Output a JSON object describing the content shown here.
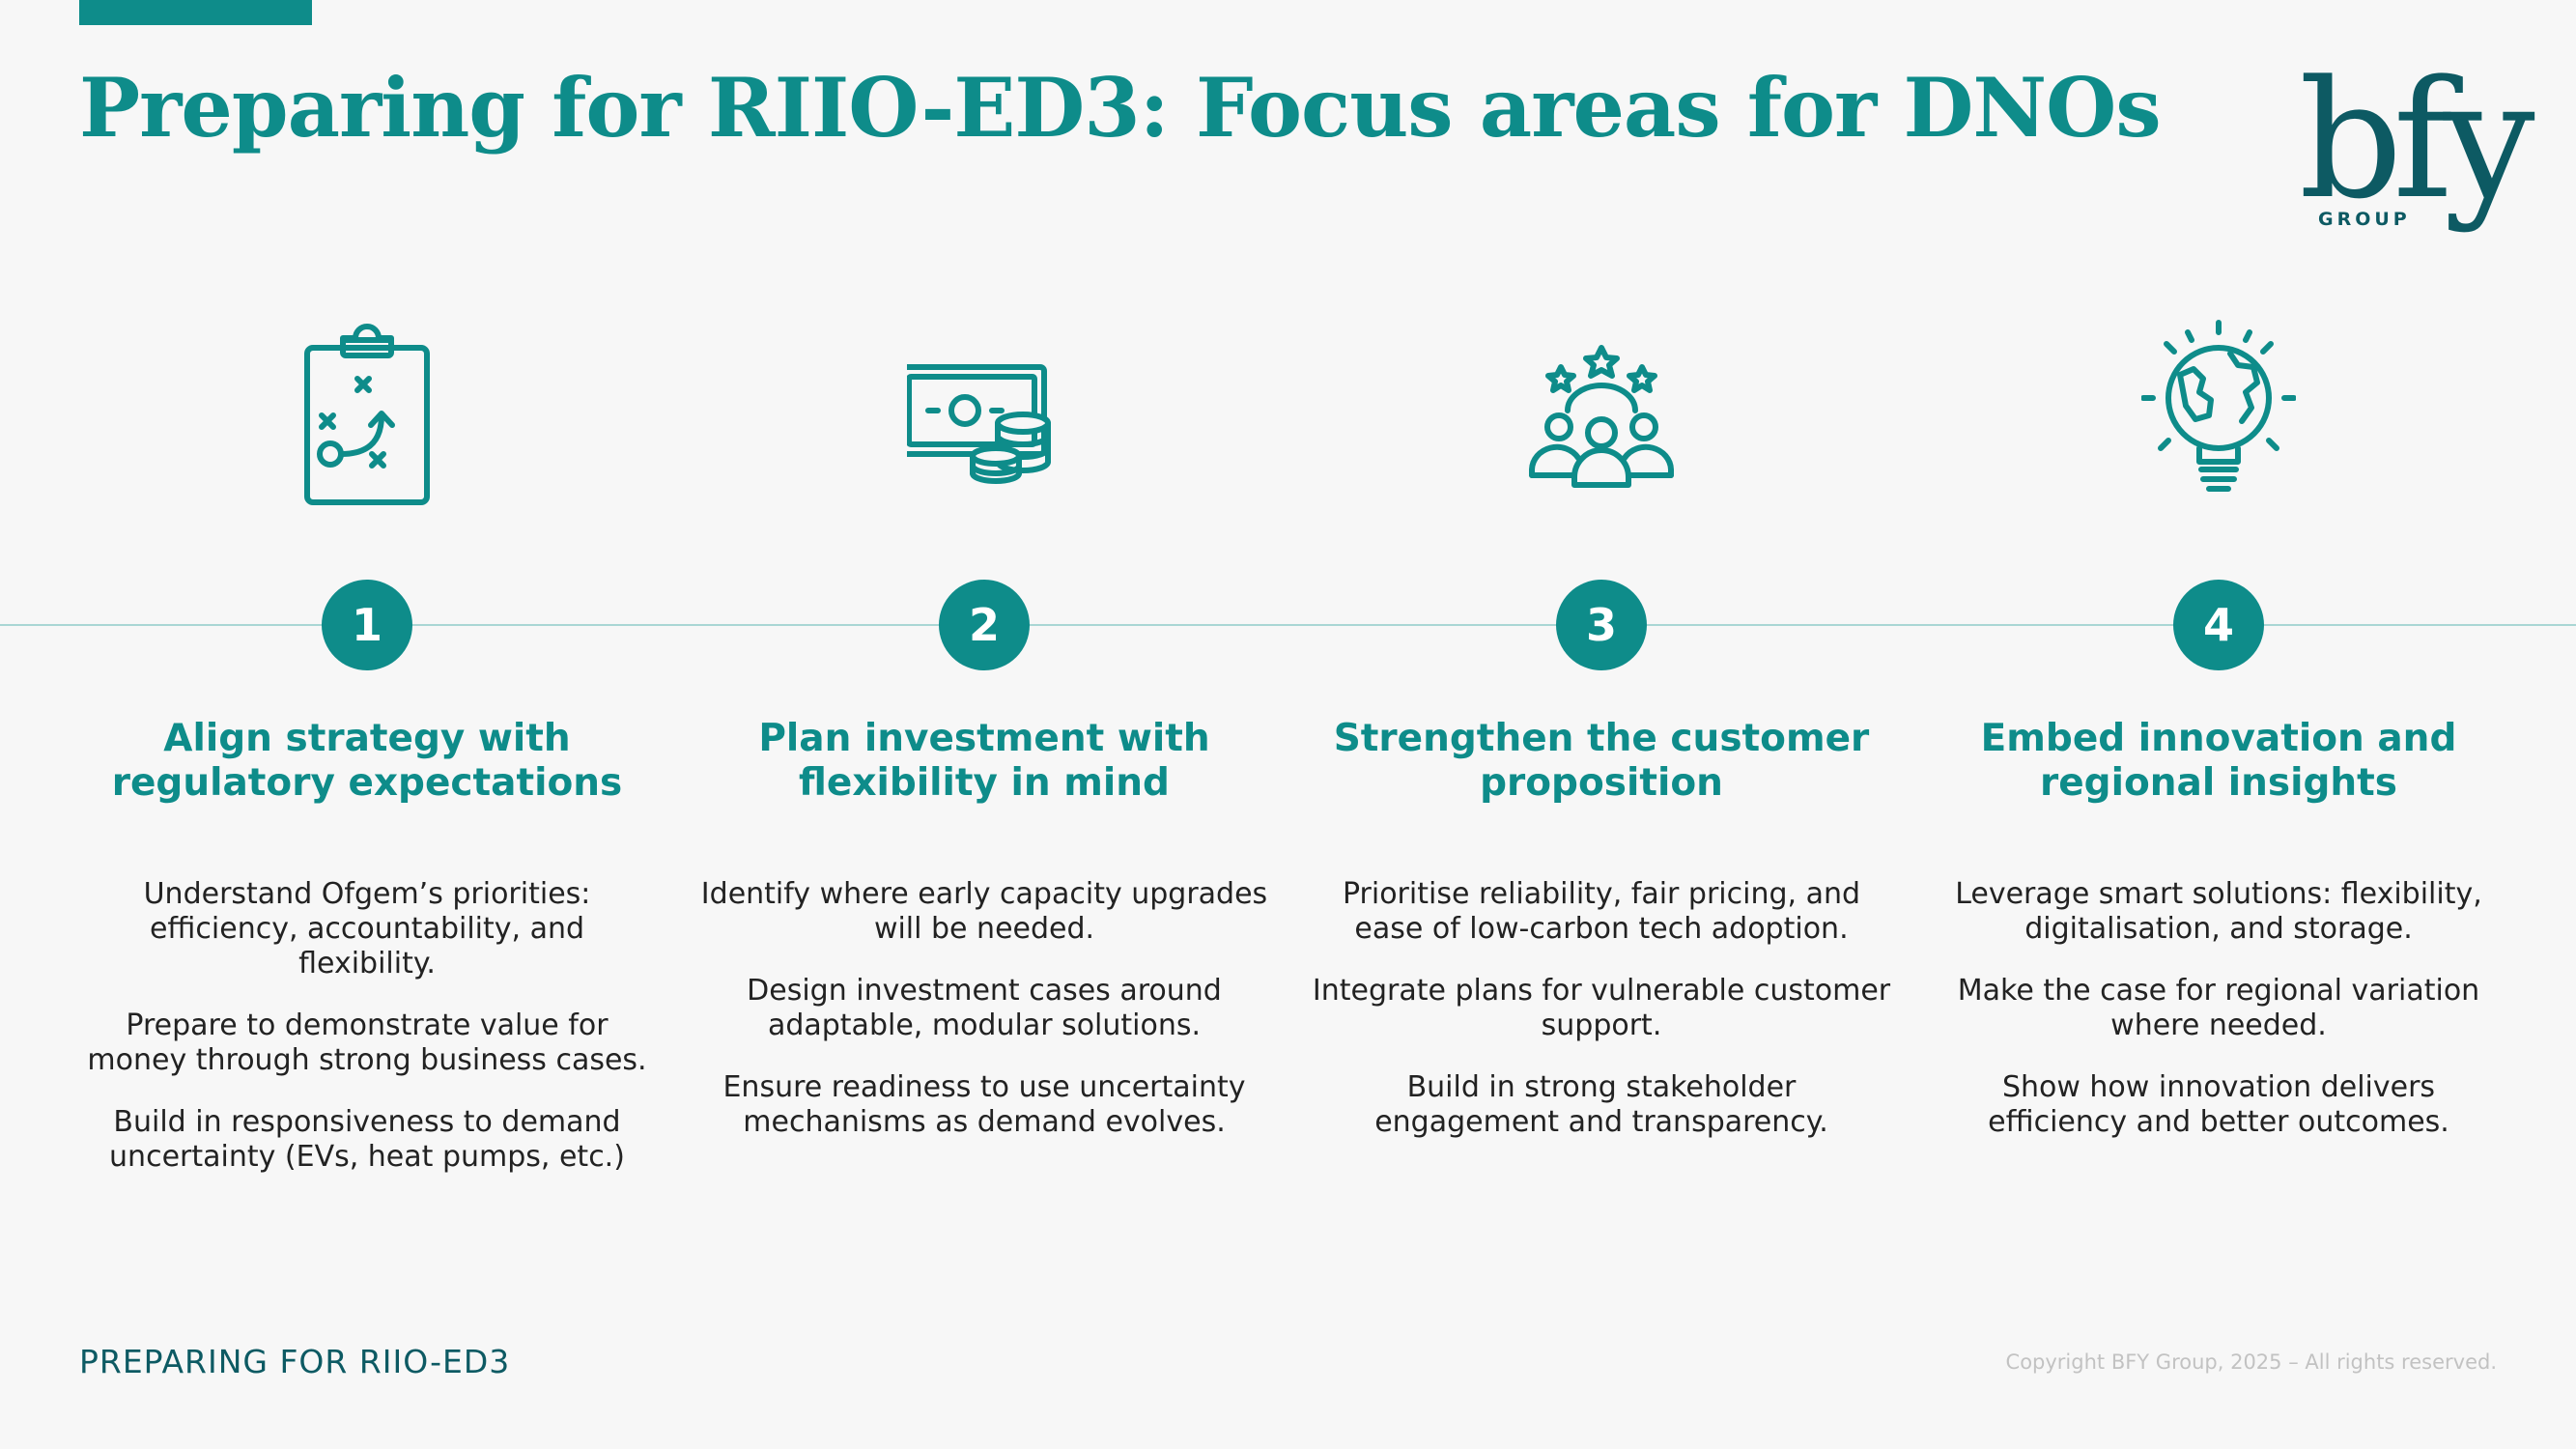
{
  "title": "Preparing for RIIO-ED3: Focus areas for DNOs",
  "logo": {
    "mark": "bfy",
    "sub": "GROUP"
  },
  "colors": {
    "accent": "#0e8c8a",
    "dark": "#0d5a63",
    "line": "#a9d6d4"
  },
  "steps": [
    {
      "number": "1",
      "icon": "clipboard-strategy-icon",
      "heading": "Align strategy with regulatory expectations",
      "items": [
        "Understand Ofgem’s priorities: efficiency, accountability, and flexibility.",
        "Prepare to demonstrate value for money through strong business cases.",
        "Build in responsiveness to demand uncertainty (EVs, heat pumps, etc.)"
      ]
    },
    {
      "number": "2",
      "icon": "money-coins-icon",
      "heading": "Plan investment with flexibility in mind",
      "items": [
        "Identify where early capacity upgrades will be needed.",
        "Design investment cases around adaptable, modular solutions.",
        "Ensure readiness to use uncertainty mechanisms as demand evolves."
      ]
    },
    {
      "number": "3",
      "icon": "customers-stars-icon",
      "heading": "Strengthen the customer proposition",
      "items": [
        "Prioritise reliability, fair pricing, and ease of low-carbon tech adoption.",
        "Integrate plans for vulnerable customer support.",
        "Build in strong stakeholder engagement and transparency."
      ]
    },
    {
      "number": "4",
      "icon": "globe-lightbulb-icon",
      "heading": "Embed innovation and regional insights",
      "items": [
        "Leverage smart solutions: flexibility, digitalisation, and storage.",
        "Make the case for regional variation where needed.",
        "Show how innovation delivers efficiency and better outcomes."
      ]
    }
  ],
  "footer": {
    "left": "PREPARING FOR RIIO-ED3",
    "right": "Copyright BFY Group, 2025 – All rights reserved."
  }
}
